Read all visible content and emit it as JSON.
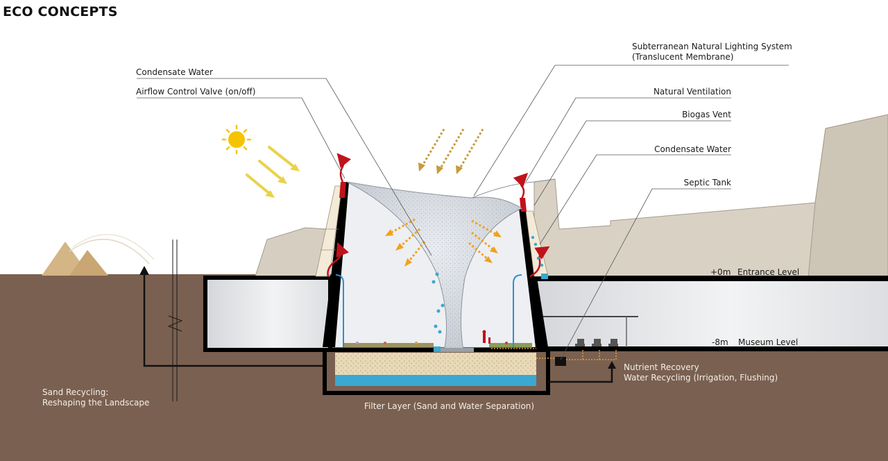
{
  "title": "ECO CONCEPTS",
  "labels": {
    "condensate_water_left": "Condensate Water",
    "airflow_valve": "Airflow Control Valve (on/off)",
    "lighting_system_line1": "Subterranean Natural Lighting System",
    "lighting_system_line2": "(Translucent Membrane)",
    "natural_ventilation": "Natural Ventilation",
    "biogas_vent": "Biogas Vent",
    "condensate_water_right": "Condensate Water",
    "septic_tank": "Septic Tank",
    "entrance_elev": "+0m",
    "entrance_level": "Entrance Level",
    "museum_elev": "-8m",
    "museum_level": "Museum Level",
    "nutrient_recovery": "Nutrient Recovery",
    "water_recycling": "Water Recycling (Irrigation, Flushing)",
    "sand_recycling_line1": "Sand Recycling:",
    "sand_recycling_line2": "Reshaping the Landscape",
    "filter_layer": "Filter Layer (Sand and Water Separation)"
  },
  "colors": {
    "ground": "#7a6050",
    "rock": "#d9d2c4",
    "sand": "#e8d9b8",
    "water": "#3aa8d0",
    "airflow_red": "#c0121a",
    "sun": "#f5c400",
    "light_arrow": "#ead24a",
    "heat_arrow": "#f0a21e",
    "dust_arrow": "#c79a3c"
  },
  "icons": [
    "sun-icon",
    "sunlight-arrow-icon",
    "dust-arrow-icon",
    "airflow-arrow-icon",
    "water-drop-icon",
    "toilet-icon",
    "pyramid-icon"
  ]
}
